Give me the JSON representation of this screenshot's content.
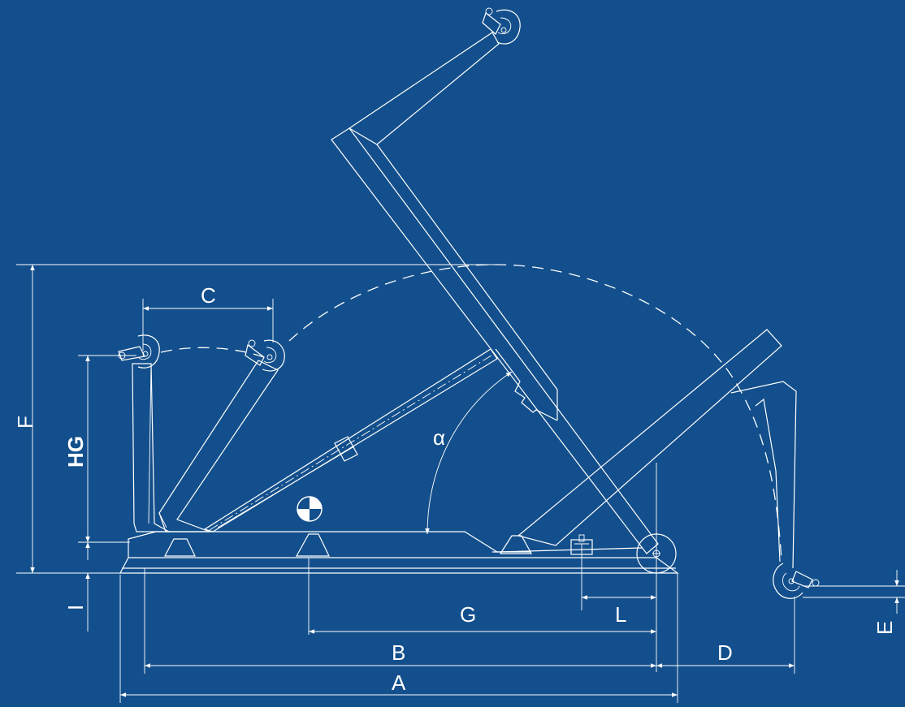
{
  "colors": {
    "background": "#134f8c",
    "lines": "#ffffff"
  },
  "labels": {
    "A": "A",
    "B": "B",
    "C": "C",
    "D": "D",
    "E": "E",
    "F": "F",
    "G": "G",
    "HG": "HG",
    "I": "I",
    "L": "L",
    "alpha": "α"
  },
  "icons": {
    "center_of_gravity": "center-of-gravity-icon"
  }
}
